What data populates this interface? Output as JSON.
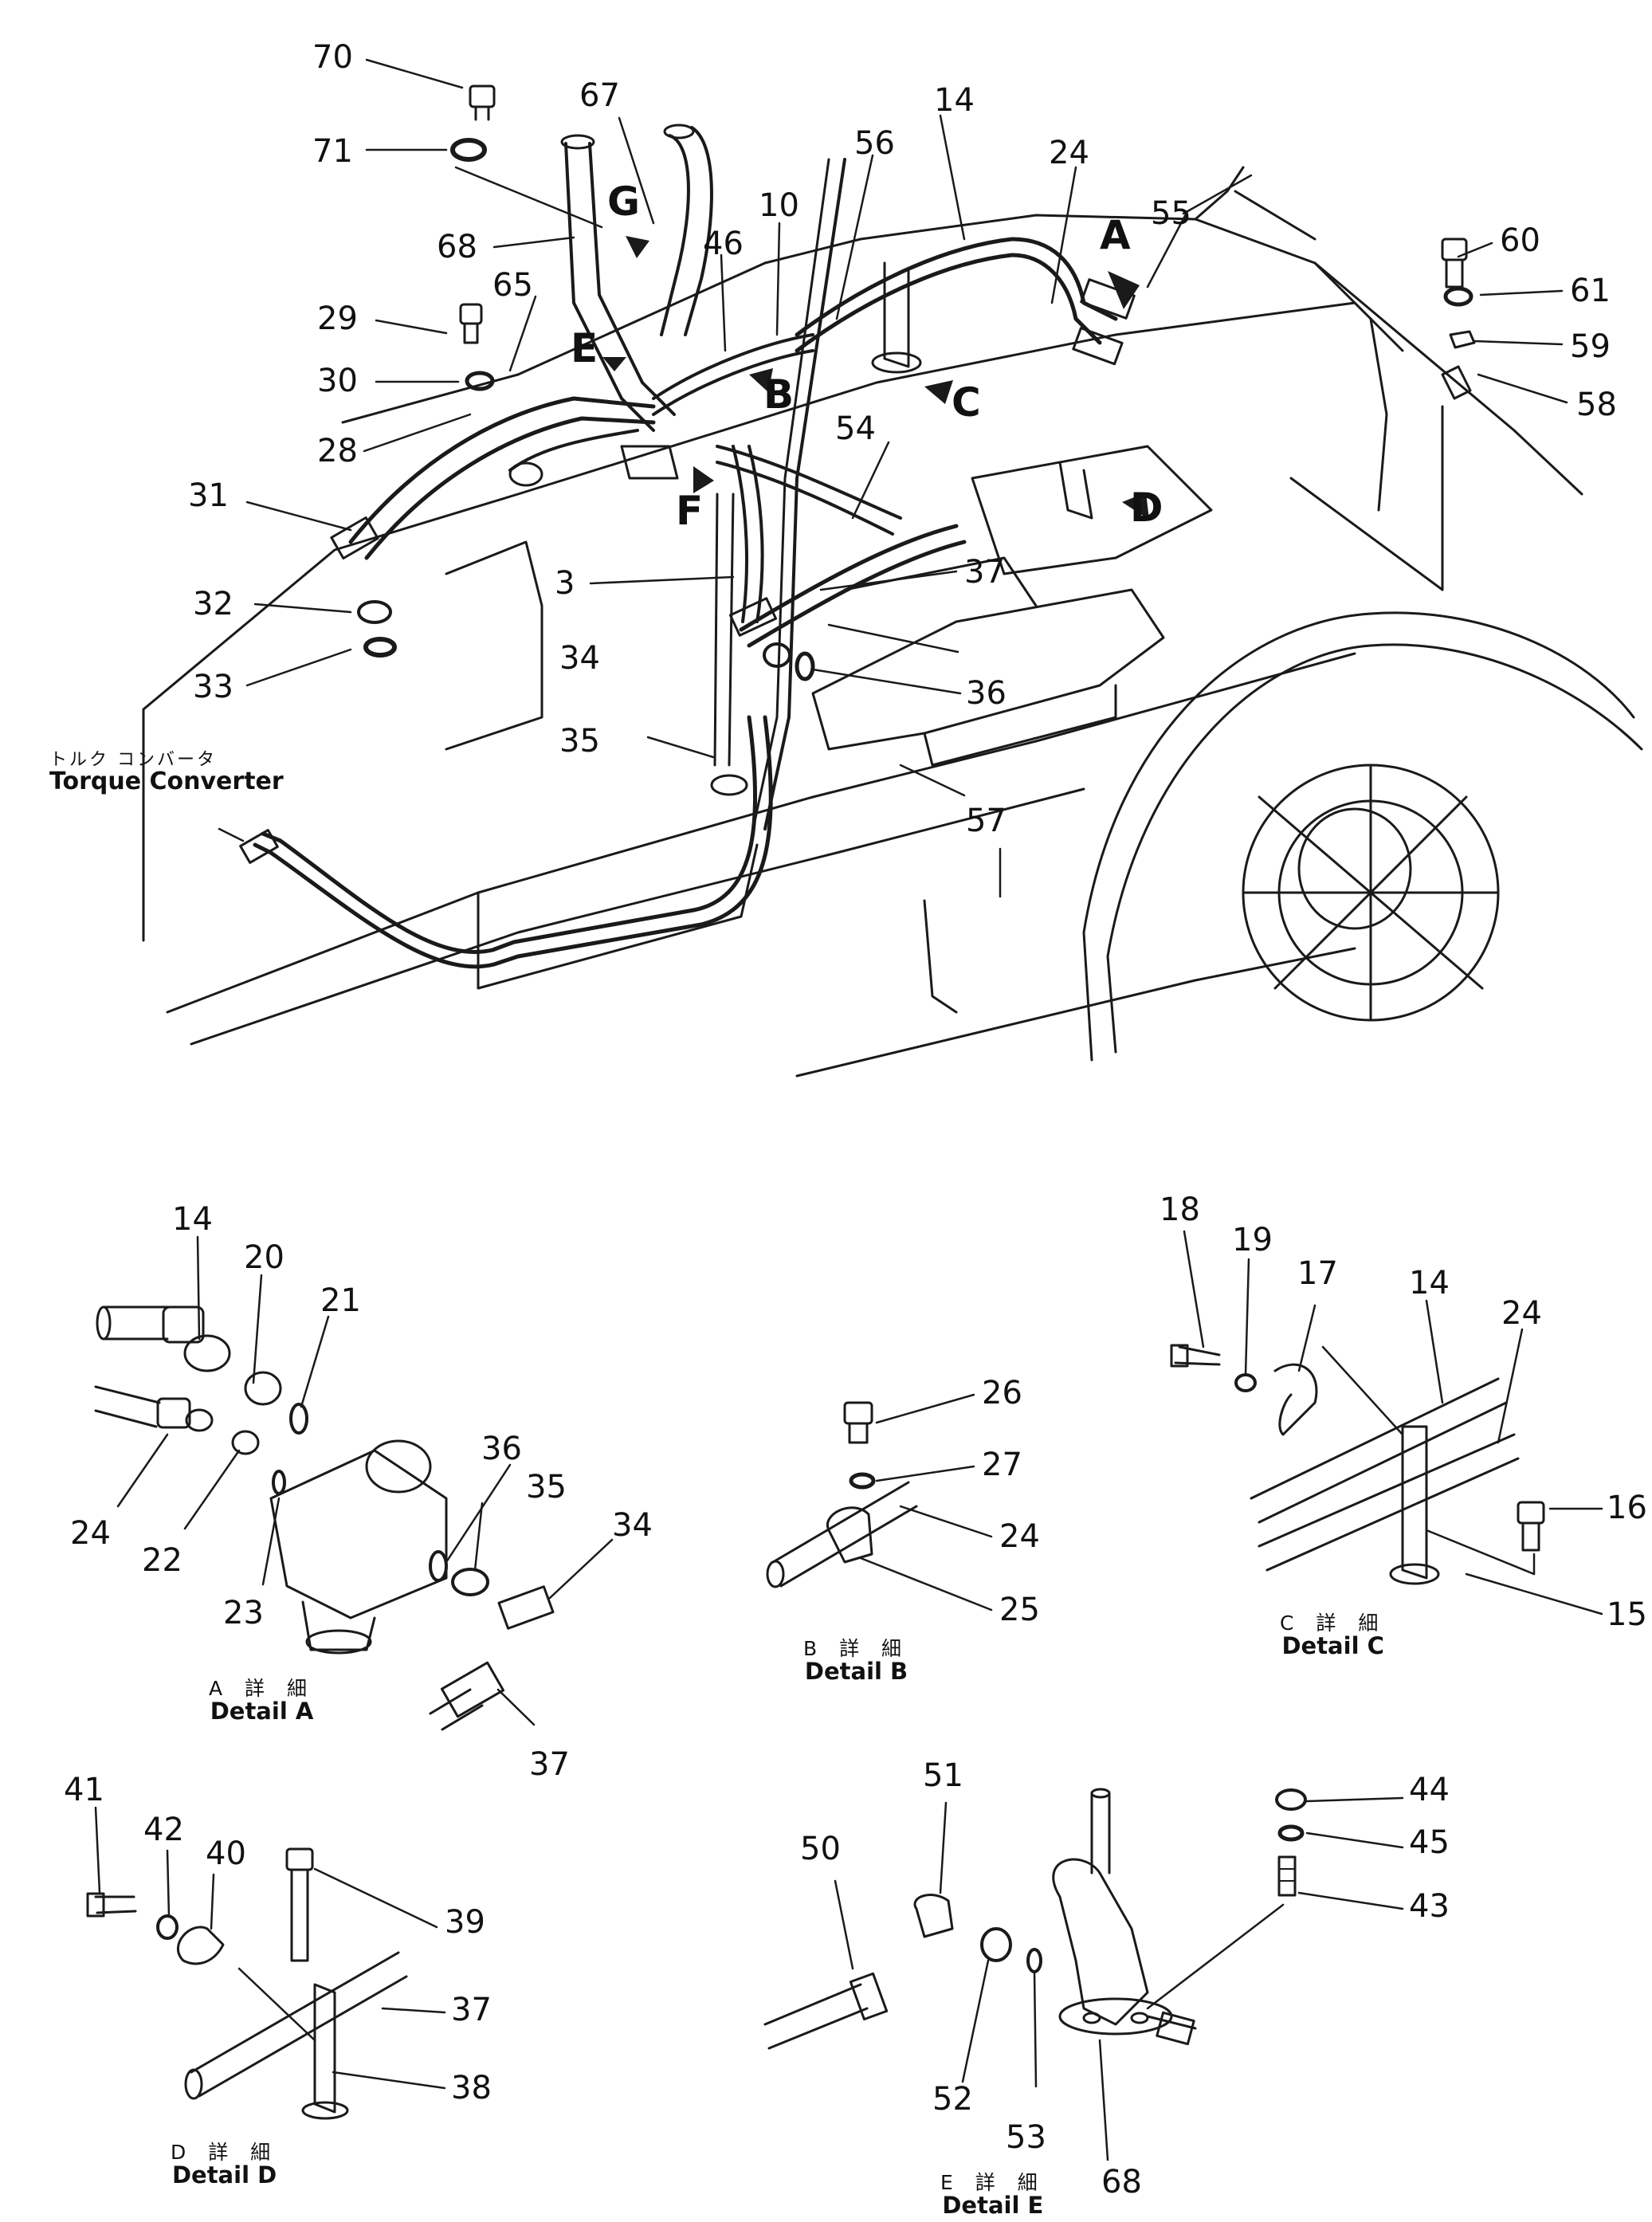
{
  "part_numbers": {
    "n70": "70",
    "n71": "71",
    "n67": "67",
    "n68": "68",
    "n14a": "14",
    "n56": "56",
    "n10": "10",
    "n46": "46",
    "n24a": "24",
    "n55": "55",
    "n60": "60",
    "n61": "61",
    "n59": "59",
    "n58": "58",
    "n29": "29",
    "n65": "65",
    "n30": "30",
    "n28": "28",
    "n31": "31",
    "n54": "54",
    "n32": "32",
    "n33": "33",
    "n3": "3",
    "n37a": "37",
    "n34a": "34",
    "n36a": "36",
    "n35a": "35",
    "n57": "57",
    "n14b": "14",
    "n20": "20",
    "n21": "21",
    "n24b": "24",
    "n22": "22",
    "n23": "23",
    "n36b": "36",
    "n35b": "35",
    "n34b": "34",
    "n37b": "37",
    "n26": "26",
    "n27": "27",
    "n24c": "24",
    "n25": "25",
    "n18": "18",
    "n19": "19",
    "n17": "17",
    "n14c": "14",
    "n24d": "24",
    "n16": "16",
    "n15": "15",
    "n41": "41",
    "n42": "42",
    "n40": "40",
    "n39": "39",
    "n37c": "37",
    "n38": "38",
    "n51": "51",
    "n50": "50",
    "n44": "44",
    "n45": "45",
    "n43": "43",
    "n52": "52",
    "n53": "53",
    "n68b": "68"
  },
  "view_markers": {
    "A": "A",
    "B": "B",
    "C": "C",
    "D": "D",
    "E": "E",
    "F": "F",
    "G": "G"
  },
  "torque_converter": {
    "jp": "トルク コンバータ",
    "en": "Torque Converter"
  },
  "details": {
    "A": {
      "jp": "A 詳 細",
      "en": "Detail  A"
    },
    "B": {
      "jp": "B 詳 細",
      "en": "Detail  B"
    },
    "C": {
      "jp": "C 詳 細",
      "en": "Detail  C"
    },
    "D": {
      "jp": "D 詳 細",
      "en": "Detail  D"
    },
    "E": {
      "jp": "E 詳 細",
      "en": "Detail  E"
    }
  }
}
